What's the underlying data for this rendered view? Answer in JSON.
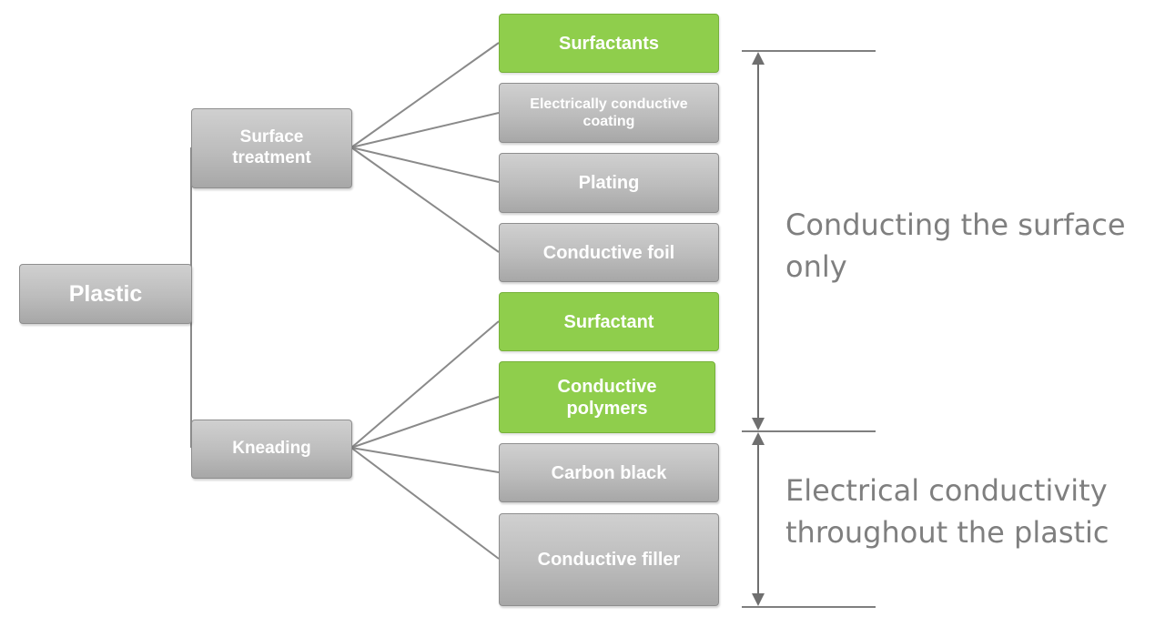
{
  "root": {
    "label": "Plastic"
  },
  "groups": [
    {
      "label": "Surface treatment",
      "children": [
        {
          "label": "Surfactants",
          "highlight": true
        },
        {
          "label": "Electrically conductive coating",
          "highlight": false
        },
        {
          "label": "Plating",
          "highlight": false
        },
        {
          "label": "Conductive foil",
          "highlight": false
        }
      ]
    },
    {
      "label": "Kneading",
      "children": [
        {
          "label": "Surfactant",
          "highlight": true
        },
        {
          "label": "Conductive polymers",
          "highlight": true
        },
        {
          "label": "Carbon black",
          "highlight": false
        },
        {
          "label": "Conductive filler",
          "highlight": false
        }
      ]
    }
  ],
  "annotations": {
    "surface": "Conducting the surface only",
    "throughout": "Electrical conductivity throughout the plastic"
  },
  "colors": {
    "highlight": "#8fce4c",
    "box": "#bcbcbc",
    "connector": "#7f7f7f",
    "annotation_text": "#7f7f7f"
  }
}
